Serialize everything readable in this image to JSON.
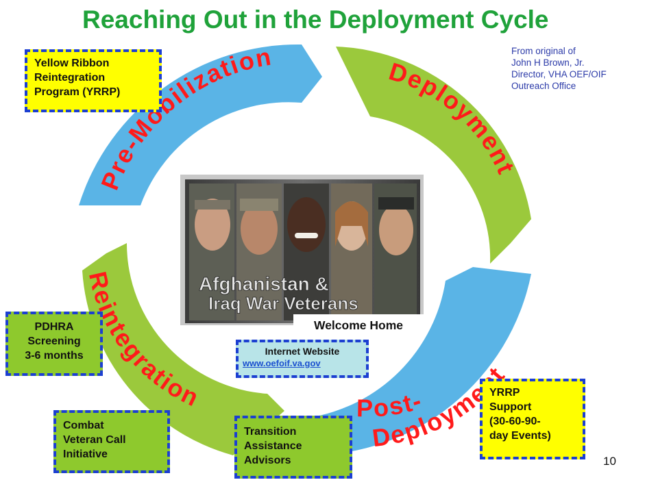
{
  "title": "Reaching Out  in the Deployment Cycle",
  "credit": {
    "lines": [
      "From original of",
      "John H Brown, Jr.",
      "Director, VHA OEF/OIF",
      "Outreach Office"
    ]
  },
  "cycle": {
    "phases": {
      "pre_mobilization": "Pre-Mobilization",
      "deployment": "Deployment",
      "post_deployment_line1": "Post-",
      "post_deployment_line2": "Deployment",
      "reintegration": "Reintegration"
    },
    "colors": {
      "blue": "#5ab4e6",
      "green": "#9bc93c",
      "phase_text": "#ff1a1a"
    }
  },
  "photo": {
    "caption_line1": "Afghanistan &",
    "caption_line2": "Iraq War Veterans"
  },
  "welcome": "Welcome Home",
  "boxes": {
    "yrrp": [
      "Yellow Ribbon",
      "Reintegration",
      "Program (YRRP)"
    ],
    "pdhra": [
      "PDHRA",
      "Screening",
      "3-6 months"
    ],
    "combat": [
      "Combat",
      "Veteran Call",
      "Initiative"
    ],
    "transition": [
      "Transition",
      "Assistance",
      "Advisors"
    ],
    "support": [
      "YRRP",
      "Support",
      "(30-60-90-",
      "day Events)"
    ],
    "internet": {
      "label": "Internet Website",
      "url": "www.oefoif.va.gov"
    }
  },
  "slide_number": "10"
}
